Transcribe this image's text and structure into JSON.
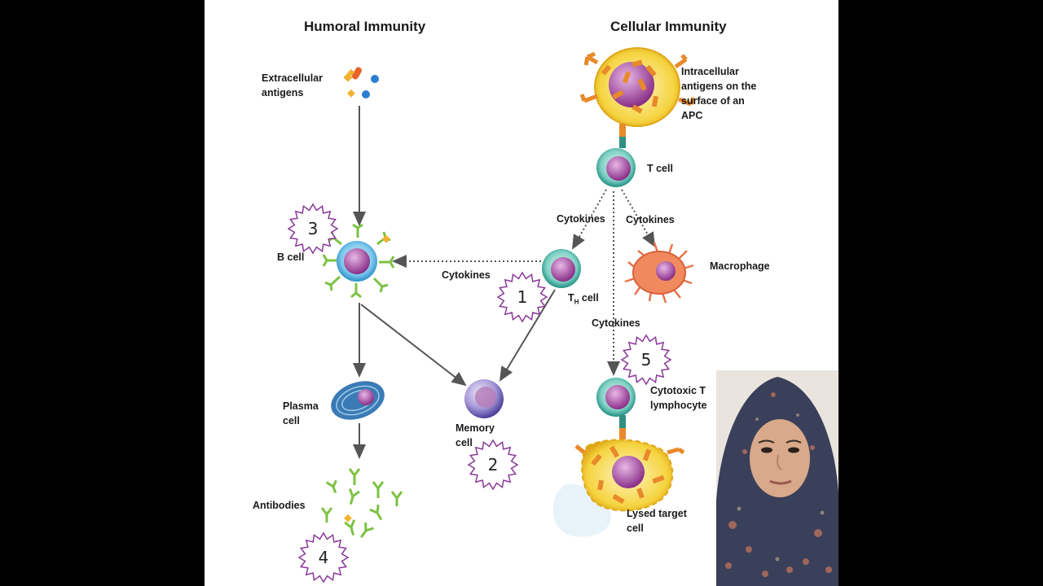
{
  "titles": {
    "humoral": "Humoral Immunity",
    "cellular": "Cellular Immunity"
  },
  "labels": {
    "extracellular_antigens": [
      "Extracellular",
      "antigens"
    ],
    "intracellular_antigens": [
      "Intracellular",
      "antigens on the",
      "surface of an",
      "APC"
    ],
    "t_cell": "T cell",
    "b_cell": "B cell",
    "cytokines_left": "Cytokines",
    "cytokines_th_from_t": "Cytokines",
    "cytokines_to_macrophage": "Cytokines",
    "cytokines_to_ctl": "Cytokines",
    "macrophage": "Macrophage",
    "th_cell_main": "T",
    "th_cell_sub": "H",
    "th_cell_suffix": " cell",
    "plasma_cell": [
      "Plasma",
      "cell"
    ],
    "memory_cell": [
      "Memory",
      "cell"
    ],
    "antibodies": "Antibodies",
    "cytotoxic": [
      "Cytotoxic T",
      "lymphocyte"
    ],
    "lysed": [
      "Lysed target",
      "cell"
    ]
  },
  "badges": [
    "1",
    "2",
    "3",
    "4",
    "5"
  ],
  "colors": {
    "arrow": "#555555",
    "badge_stroke": "#8a3a9a",
    "cell_teal": "#2fa89a",
    "nucleus_purple": "#a24aa0",
    "b_cell_blue": "#3aa0d8",
    "plasma_blue": "#3b7bb5",
    "apc_yellow": "#f2cc2b",
    "apc_orange": "#e8892a",
    "macrophage_orange": "#e8744a",
    "antibody_green": "#7cc243",
    "memory_purple": "#6b5bb5"
  }
}
